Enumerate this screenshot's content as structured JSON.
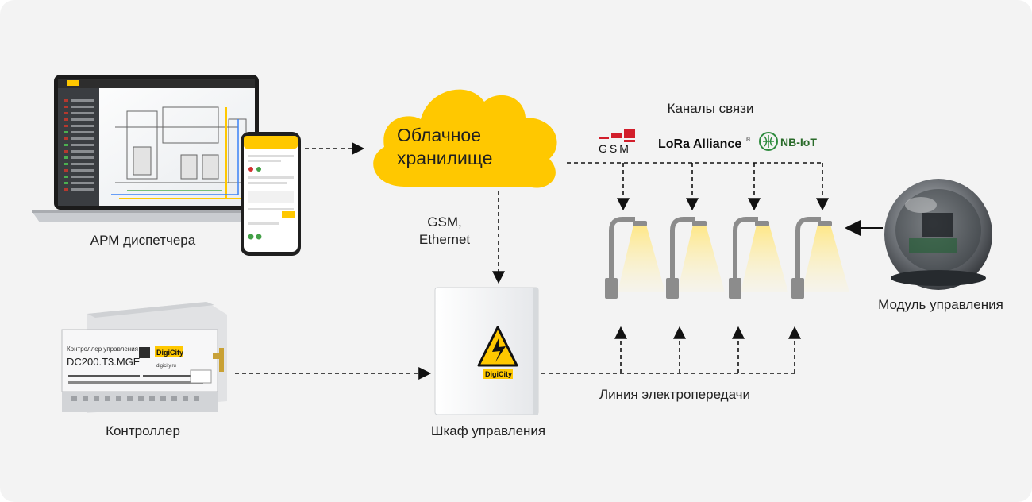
{
  "diagram": {
    "nodes": {
      "operator_workstation": "АРМ диспетчера",
      "cloud_storage_line1": "Облачное",
      "cloud_storage_line2": "хранилище",
      "controller": "Контроллер",
      "control_cabinet": "Шкаф управления",
      "control_module": "Модуль управления"
    },
    "edges": {
      "cloud_to_cabinet_line1": "GSM,",
      "cloud_to_cabinet_line2": "Ethernet",
      "communication_channels": "Каналы связи",
      "power_line": "Линия электропередачи"
    },
    "channel_logos": {
      "gsm": "GSM",
      "lora": "LoRa Alliance",
      "lora_mark": "®",
      "nbiot": "NB-IoT"
    },
    "devices": {
      "controller_title": "Контроллер управления",
      "controller_model": "DC200.T3.MGE",
      "controller_brand": "DigiCity",
      "controller_site": "digicity.ru",
      "cabinet_brand": "DigiCity"
    },
    "colors": {
      "accent_yellow": "#ffc800",
      "background": "#f3f3f3",
      "lamp_grey": "#8c8c8c",
      "gsm_red": "#d21e2b",
      "nbiot_green": "#2e8b3e"
    },
    "icons": [
      "laptop-icon",
      "smartphone-icon",
      "cloud-icon",
      "controller-device-icon",
      "cabinet-icon",
      "high-voltage-icon",
      "street-lamp-icon",
      "control-module-icon"
    ]
  }
}
